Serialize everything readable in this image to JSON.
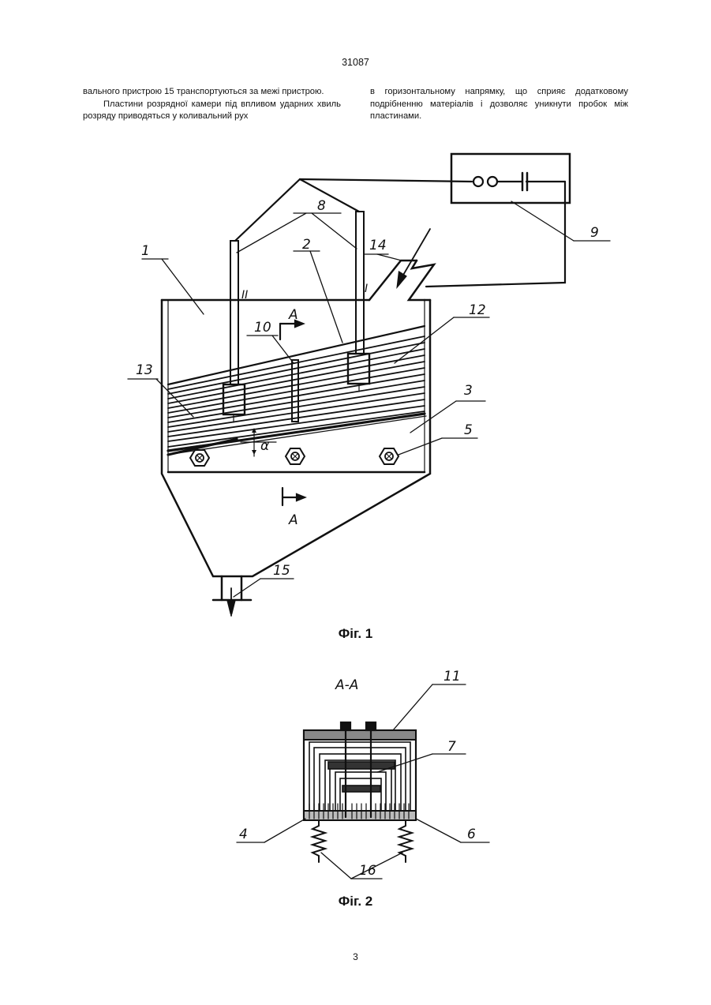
{
  "header": {
    "patent_number": "31087"
  },
  "text": {
    "left_p1": "вального пристрою 15 транспортуються за межі пристрою.",
    "left_p2": "Пластини розрядної камери під впливом ударних хвиль розряду приводяться у коливальний рух",
    "right_p1": "в горизонтальному напрямку, що сприяє додатковому подрібненню матеріалів і дозволяє уникнути пробок між пластинами."
  },
  "figure1": {
    "caption": "Фіг. 1",
    "labels": {
      "l1": "1",
      "l2": "2",
      "l3": "3",
      "l5": "5",
      "l8": "8",
      "l9": "9",
      "l10": "10",
      "l12": "12",
      "l13": "13",
      "l14": "14",
      "l15": "15",
      "roman_I": "I",
      "roman_II": "II",
      "section_top": "A",
      "section_bottom": "A",
      "angle": "α"
    }
  },
  "figure2": {
    "caption": "Фіг. 2",
    "section_title": "А-А",
    "labels": {
      "l4": "4",
      "l6": "6",
      "l7": "7",
      "l11": "11",
      "l16": "16"
    }
  },
  "footer": {
    "page_number": "3"
  }
}
